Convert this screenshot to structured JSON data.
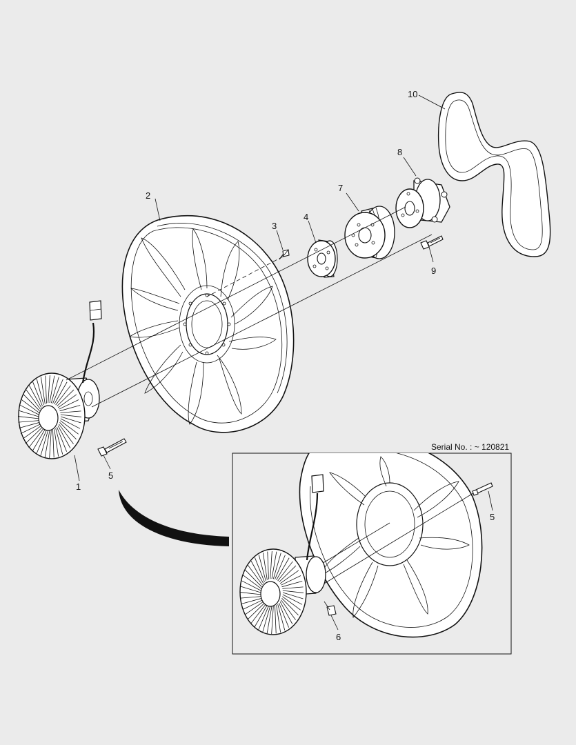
{
  "callouts": {
    "c1": "1",
    "c2": "2",
    "c3": "3",
    "c4": "4",
    "c5": "5",
    "c6": "6",
    "c7": "7",
    "c8": "8",
    "c9": "9",
    "c10": "10",
    "c5b": "5"
  },
  "inset": {
    "serial_label": "Serial No. : ~ 120821"
  },
  "colors": {
    "background": "#ebebeb",
    "line": "#111111",
    "part_fill": "#ffffff"
  }
}
